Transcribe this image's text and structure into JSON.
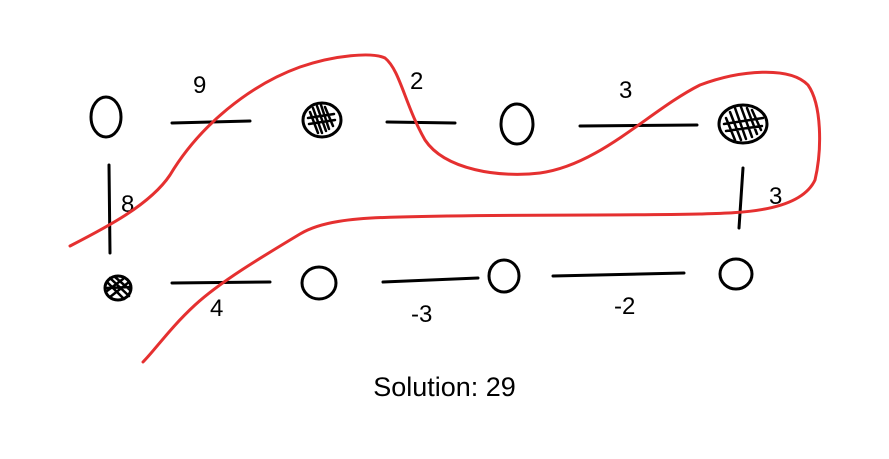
{
  "graph": {
    "nodes": [
      {
        "id": "n0",
        "state": "open"
      },
      {
        "id": "n1",
        "state": "filled"
      },
      {
        "id": "n2",
        "state": "open"
      },
      {
        "id": "n3",
        "state": "filled"
      },
      {
        "id": "n4",
        "state": "filled"
      },
      {
        "id": "n5",
        "state": "open"
      },
      {
        "id": "n6",
        "state": "open"
      },
      {
        "id": "n7",
        "state": "open"
      }
    ],
    "edges": [
      {
        "from": "n0",
        "to": "n1",
        "weight": "9"
      },
      {
        "from": "n1",
        "to": "n2",
        "weight": "2"
      },
      {
        "from": "n2",
        "to": "n3",
        "weight": "3"
      },
      {
        "from": "n0",
        "to": "n4",
        "weight": "8"
      },
      {
        "from": "n3",
        "to": "n7",
        "weight": "3"
      },
      {
        "from": "n4",
        "to": "n5",
        "weight": "4"
      },
      {
        "from": "n5",
        "to": "n6",
        "weight": "-3"
      },
      {
        "from": "n6",
        "to": "n7",
        "weight": "-2"
      }
    ],
    "cut_color": "#e53030"
  },
  "solution_text": "Solution: 29"
}
